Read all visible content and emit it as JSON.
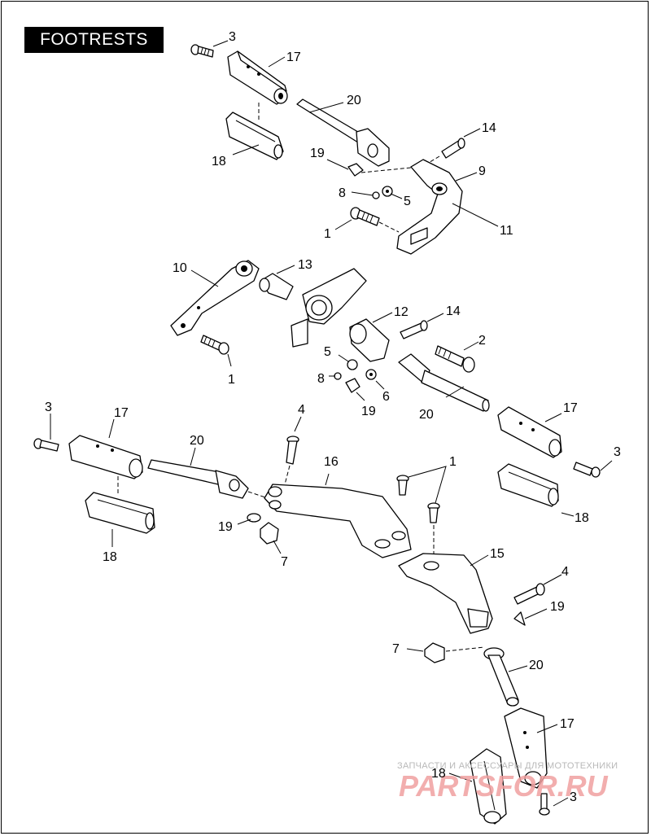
{
  "title": "FOOTRESTS",
  "watermark": {
    "line1": "ЗАПЧАСТИ И АКСЕССУАРЫ ДЛЯ МОТОТЕХНИКИ",
    "line2": "PARTSFOR.RU"
  },
  "callouts": [
    "3",
    "17",
    "20",
    "18",
    "19",
    "14",
    "9",
    "8",
    "5",
    "11",
    "1",
    "10",
    "13",
    "12",
    "14",
    "2",
    "5",
    "8",
    "6",
    "19",
    "1",
    "20",
    "17",
    "3",
    "4",
    "16",
    "1",
    "3",
    "17",
    "20",
    "19",
    "7",
    "18",
    "18",
    "15",
    "4",
    "19",
    "7",
    "20",
    "17",
    "18",
    "3"
  ]
}
